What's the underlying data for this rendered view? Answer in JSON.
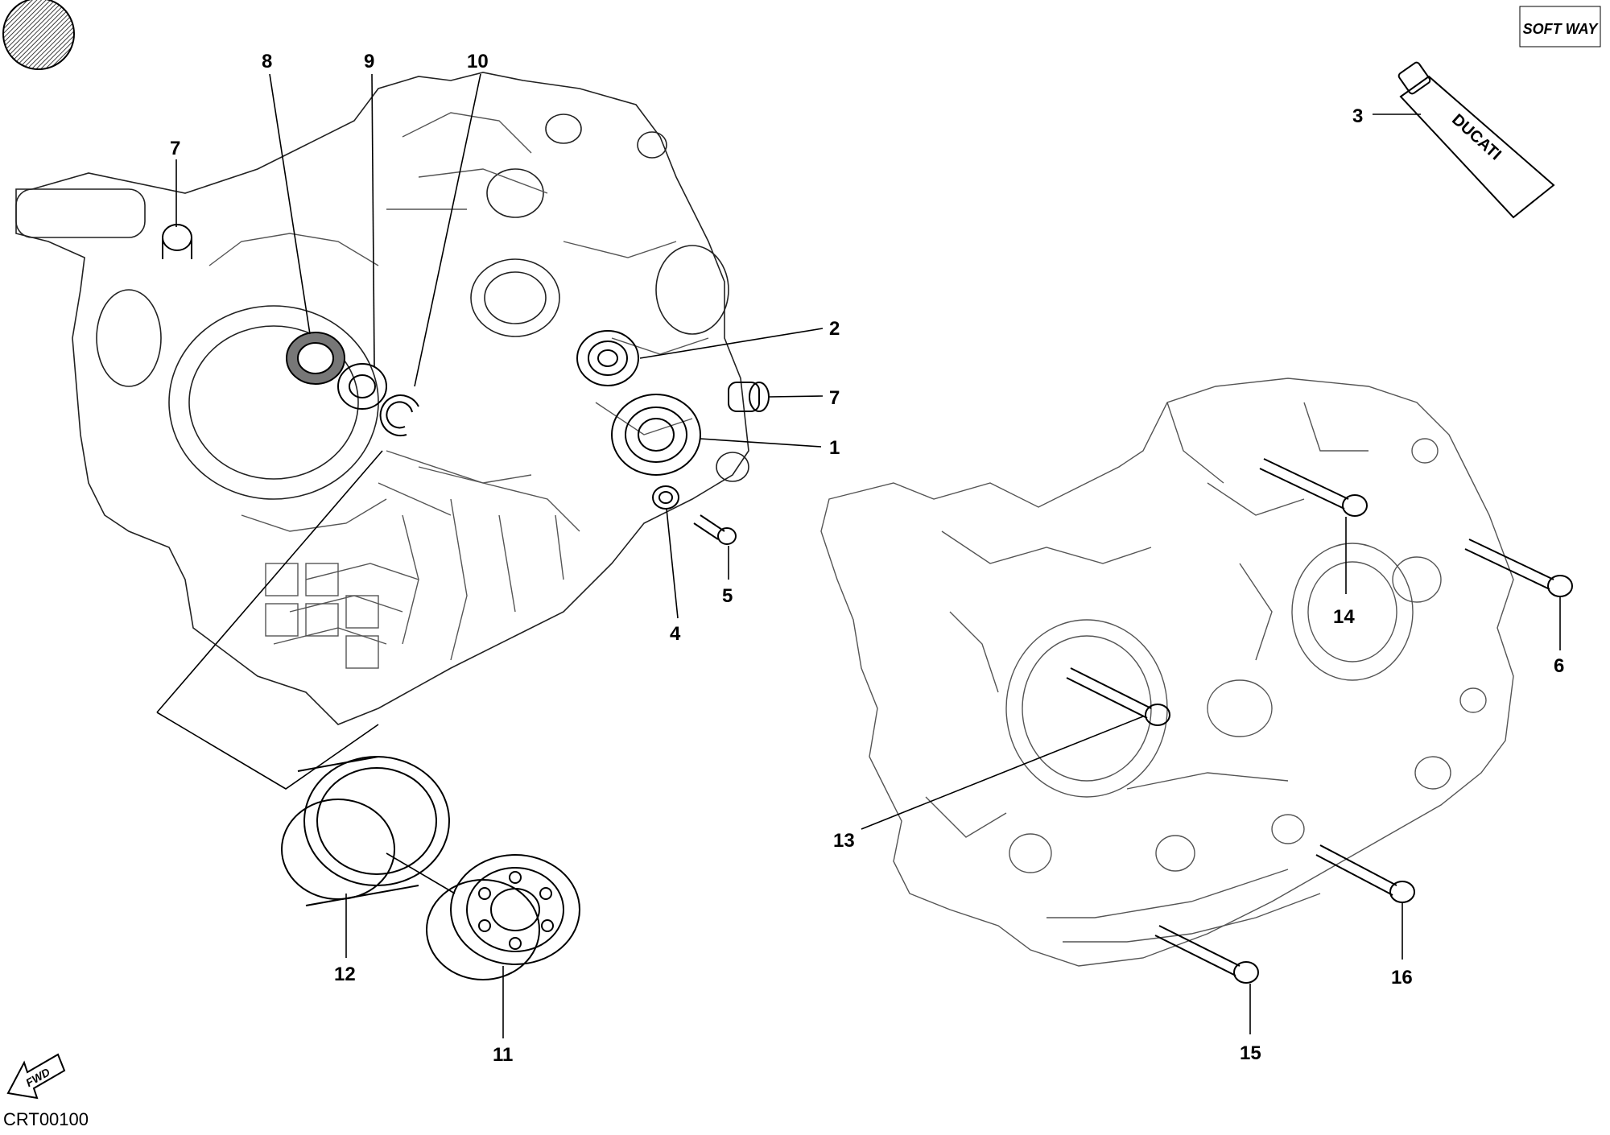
{
  "drawing_code": "CRT00100",
  "brand_logo_text": "SOFT WAY",
  "fwd_label": "FWD",
  "sealant_tube_label": "DUCATI",
  "callouts": [
    {
      "id": "c1",
      "label": "1"
    },
    {
      "id": "c2",
      "label": "2"
    },
    {
      "id": "c3",
      "label": "3"
    },
    {
      "id": "c4",
      "label": "4"
    },
    {
      "id": "c5",
      "label": "5"
    },
    {
      "id": "c6",
      "label": "6"
    },
    {
      "id": "c7a",
      "label": "7"
    },
    {
      "id": "c7b",
      "label": "7"
    },
    {
      "id": "c8",
      "label": "8"
    },
    {
      "id": "c9",
      "label": "9"
    },
    {
      "id": "c10",
      "label": "10"
    },
    {
      "id": "c11",
      "label": "11"
    },
    {
      "id": "c12",
      "label": "12"
    },
    {
      "id": "c13",
      "label": "13"
    },
    {
      "id": "c14",
      "label": "14"
    },
    {
      "id": "c15",
      "label": "15"
    },
    {
      "id": "c16",
      "label": "16"
    }
  ]
}
